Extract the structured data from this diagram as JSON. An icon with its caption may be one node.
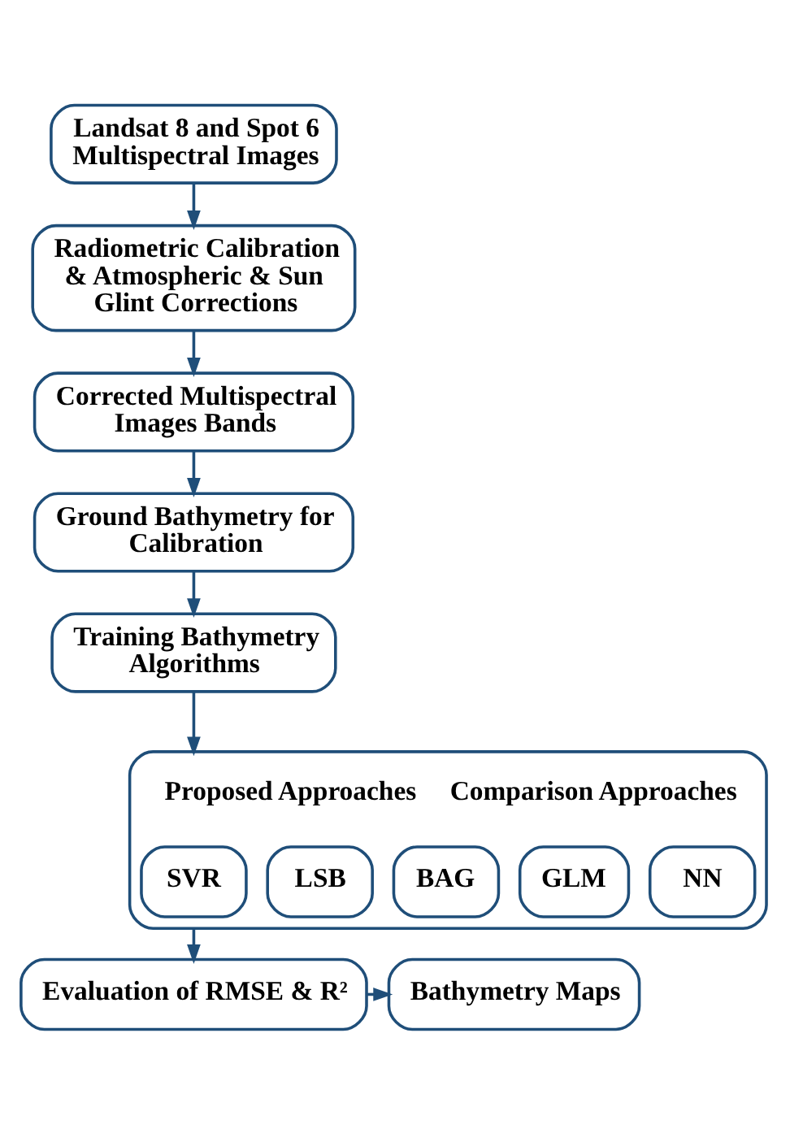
{
  "diagram": {
    "nodes": [
      {
        "text": [
          "Landsat 8 and Spot 6 Multispectral Images"
        ]
      },
      {
        "text": [
          "Radiometric Calibration & Atmospheric & Sun Glint Corrections"
        ]
      },
      {
        "text": [
          "Corrected Multispectral Images Bands"
        ]
      },
      {
        "text": [
          "Ground Bathymetry for Calibration"
        ]
      },
      {
        "text": [
          "Training Bathymetry Algorithms"
        ]
      },
      {
        "text": [
          "Proposed Approaches",
          "Comparison Approaches"
        ]
      },
      {
        "text": [
          "SVR"
        ],
        "in": 5
      },
      {
        "text": [
          "LSB"
        ],
        "in": 5
      },
      {
        "text": [
          "BAG"
        ],
        "in": 5
      },
      {
        "text": [
          "GLM"
        ],
        "in": 5
      },
      {
        "text": [
          "NN"
        ],
        "in": 5
      },
      {
        "text": [
          "Evaluation of RMSE & R²"
        ]
      },
      {
        "text": [
          "Bathymetry Maps"
        ]
      }
    ],
    "edges": [
      {
        "from": 0,
        "to": 1,
        "arrow": "to"
      },
      {
        "from": 1,
        "to": 2,
        "arrow": "to"
      },
      {
        "from": 2,
        "to": 3,
        "arrow": "to"
      },
      {
        "from": 3,
        "to": 4,
        "arrow": "to"
      },
      {
        "from": 4,
        "to": 5,
        "arrow": "to"
      },
      {
        "from": 5,
        "to": 11,
        "arrow": "to"
      },
      {
        "from": 11,
        "to": 12,
        "arrow": "to"
      }
    ]
  }
}
